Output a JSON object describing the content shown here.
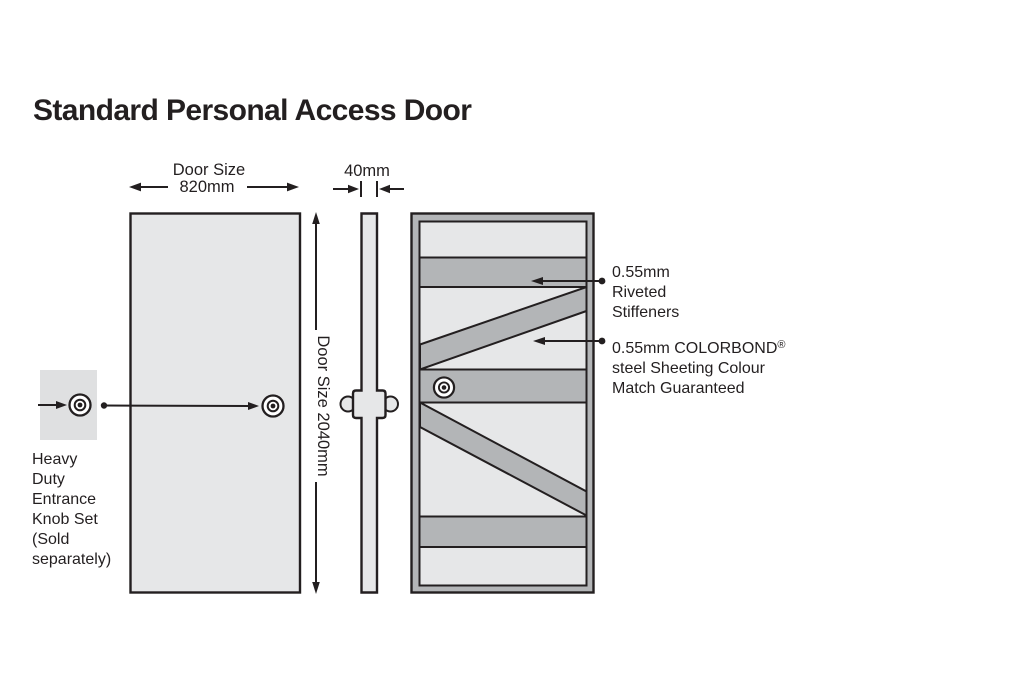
{
  "page": {
    "title": "Standard Personal Access Door"
  },
  "colors": {
    "title_red": "#c8232e",
    "panel_light": "#e6e7e8",
    "band_gray": "#b3b5b7",
    "swatch_gray": "#dfe0e1",
    "knob_white": "#ffffff"
  },
  "dimensions": {
    "door_width": {
      "label": "Door Size",
      "value": "820mm"
    },
    "door_thickness": {
      "value": "40mm"
    },
    "door_height": {
      "label": "Door Size 2040mm"
    }
  },
  "labels": {
    "knob": {
      "lines": [
        "Heavy",
        "Duty",
        "Entrance",
        "Knob Set",
        "(Sold",
        "separately)"
      ]
    },
    "stiffeners": {
      "lines": [
        "0.55mm",
        "Riveted",
        "Stiffeners"
      ]
    },
    "sheeting": {
      "line1": "0.55mm COLORBOND",
      "reg": "®",
      "lines_rest": [
        "steel Sheeting Colour",
        "Match Guaranteed"
      ]
    }
  }
}
